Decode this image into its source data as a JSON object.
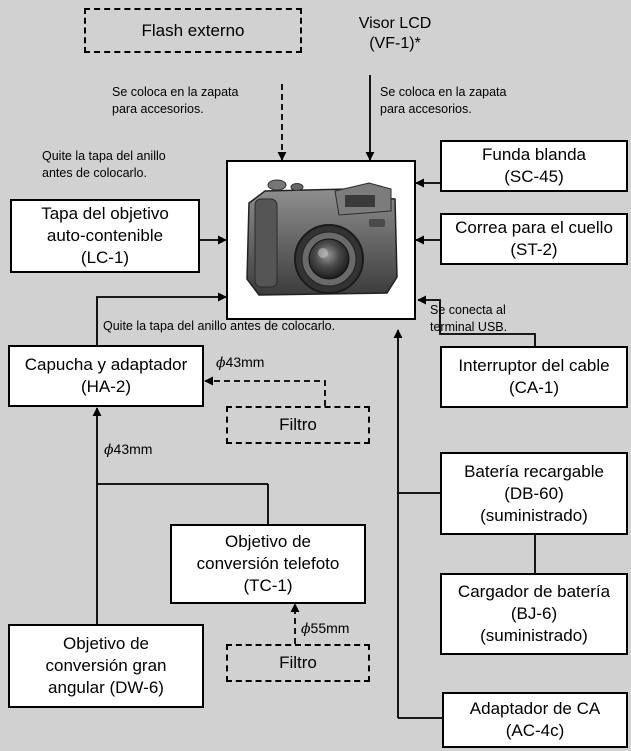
{
  "camera": {
    "icon": "camera-icon"
  },
  "boxes": {
    "flash": {
      "lines": [
        "Flash externo"
      ]
    },
    "vf1": {
      "lines": [
        "Visor LCD",
        "(VF-1)*"
      ]
    },
    "sc45": {
      "lines": [
        "Funda blanda",
        "(SC-45)"
      ]
    },
    "lc1": {
      "lines": [
        "Tapa del objetivo",
        "auto-contenible",
        "(LC-1)"
      ]
    },
    "st2": {
      "lines": [
        "Correa para el cuello",
        "(ST-2)"
      ]
    },
    "ha2": {
      "lines": [
        "Capucha y adaptador",
        "(HA-2)"
      ]
    },
    "filtro1": {
      "lines": [
        "Filtro"
      ]
    },
    "ca1": {
      "lines": [
        "Interruptor del cable",
        "(CA-1)"
      ]
    },
    "db60": {
      "lines": [
        "Batería recargable",
        "(DB-60)",
        "(suministrado)"
      ]
    },
    "tc1": {
      "lines": [
        "Objetivo de",
        "conversión telefoto",
        "(TC-1)"
      ]
    },
    "bj6": {
      "lines": [
        "Cargador de batería",
        "(BJ-6)",
        "(suministrado)"
      ]
    },
    "dw6": {
      "lines": [
        "Objetivo de",
        "conversión gran",
        "angular (DW-6)"
      ]
    },
    "filtro2": {
      "lines": [
        "Filtro"
      ]
    },
    "ac4c": {
      "lines": [
        "Adaptador de CA",
        "(AC-4c)"
      ]
    }
  },
  "notes": {
    "zapata1": [
      "Se coloca en la zapata",
      "para accesorios."
    ],
    "zapata2": [
      "Se coloca en la zapata",
      "para accesorios."
    ],
    "tapa_anillo1": [
      "Quite la tapa del anillo",
      "antes de colocarlo."
    ],
    "tapa_anillo2": "Quite la tapa del anillo antes de colocarlo.",
    "usb": [
      "Se conecta al",
      "terminal USB."
    ]
  },
  "diameters": {
    "phi_symbol": "ϕ",
    "d1": "43mm",
    "d2": "43mm",
    "d3": "55mm"
  }
}
